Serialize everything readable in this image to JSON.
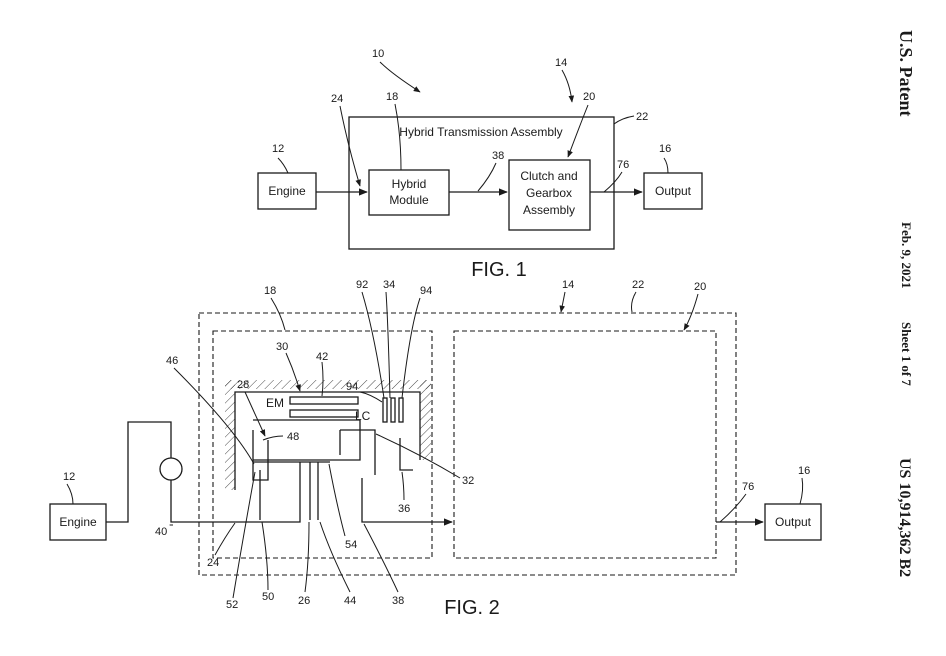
{
  "header": {
    "publisher": "U.S. Patent",
    "date": "Feb. 9, 2021",
    "sheet": "Sheet 1 of 7",
    "patent_number": "US 10,914,362 B2"
  },
  "fig1": {
    "caption": "FIG. 1",
    "assembly_title": "Hybrid Transmission Assembly",
    "engine": "Engine",
    "hybrid_module_line1": "Hybrid",
    "hybrid_module_line2": "Module",
    "clutch_line1": "Clutch and",
    "clutch_line2": "Gearbox",
    "clutch_line3": "Assembly",
    "output": "Output",
    "refs": {
      "r10": "10",
      "r12": "12",
      "r14": "14",
      "r16": "16",
      "r18": "18",
      "r20": "20",
      "r22": "22",
      "r24": "24",
      "r38": "38",
      "r76": "76"
    }
  },
  "fig2": {
    "caption": "FIG. 2",
    "engine": "Engine",
    "output": "Output",
    "em": "EM",
    "lc": "LC",
    "refs": {
      "r12": "12",
      "r14": "14",
      "r16": "16",
      "r18": "18",
      "r20": "20",
      "r22": "22",
      "r24": "24",
      "r26": "26",
      "r28": "28",
      "r30": "30",
      "r32": "32",
      "r34": "34",
      "r36": "36",
      "r38": "38",
      "r40": "40",
      "r42": "42",
      "r44": "44",
      "r46": "46",
      "r48": "48",
      "r50": "50",
      "r52": "52",
      "r54": "54",
      "r76": "76",
      "r92": "92",
      "r94a": "94",
      "r94b": "94"
    }
  }
}
